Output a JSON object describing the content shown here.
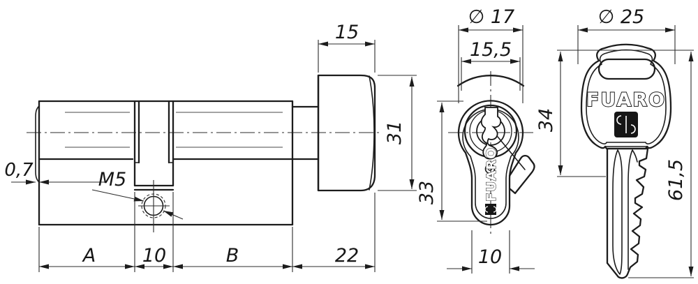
{
  "side_view": {
    "knob_width": "15",
    "knob_diameter": "31",
    "face_step": "0,7",
    "screw_thread": "M5",
    "dim_a": "A",
    "dim_center": "10",
    "dim_b": "B",
    "dim_knob": "22"
  },
  "front_view": {
    "barrel_diameter": "∅ 17",
    "face_width": "15,5",
    "profile_height": "33",
    "body_width": "10",
    "brand": "FUARO"
  },
  "key_view": {
    "head_diameter": "∅ 25",
    "head_height": "34",
    "total_length": "61,5",
    "brand": "FUARO"
  }
}
